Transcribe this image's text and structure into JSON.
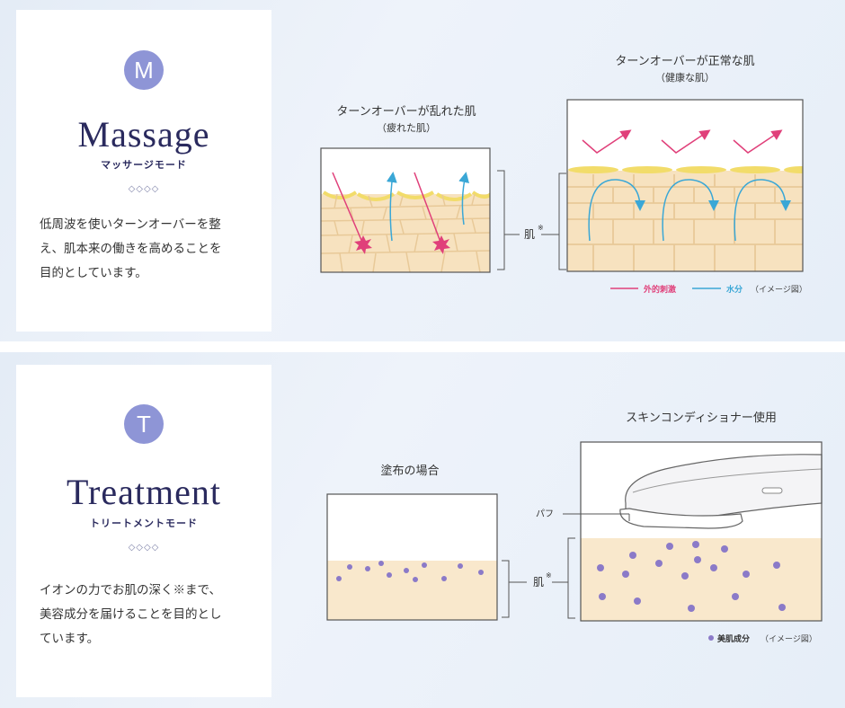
{
  "massage": {
    "badge_letter": "M",
    "title": "Massage",
    "subtitle": "マッサージモード",
    "ornament": "◇◇◇◇",
    "description": [
      "低周波を使いターンオーバーを整",
      "え、肌本来の働きを高めることを",
      "目的としています。"
    ],
    "diagram": {
      "left_heading": "ターンオーバーが乱れた肌",
      "left_subheading": "（疲れた肌）",
      "right_heading": "ターンオーバーが正常な肌",
      "right_subheading": "（健康な肌）",
      "skin_label": "肌",
      "skin_note_mark": "※",
      "legend_stimulus": "外的刺激",
      "legend_water": "水分",
      "legend_image_note": "（イメージ図）"
    }
  },
  "treatment": {
    "badge_letter": "T",
    "title": "Treatment",
    "subtitle": "トリートメントモード",
    "ornament": "◇◇◇◇",
    "description": [
      "イオンの力でお肌の深く※まで、",
      "美容成分を届けることを目的とし",
      "ています。"
    ],
    "diagram": {
      "left_heading": "塗布の場合",
      "right_heading": "スキンコンディショナー使用",
      "puff_label": "パフ",
      "skin_label": "肌",
      "skin_note_mark": "※",
      "legend_ingredient": "美肌成分",
      "legend_image_note": "（イメージ図）"
    }
  },
  "colors": {
    "stimulus": "#e0407a",
    "water": "#3aa7d6",
    "ingredient": "#8b7ac8",
    "skin": "#f7e2bf",
    "skin_line": "#e8c998",
    "sebum": "#f2dc6a",
    "title": "#2a2a5e"
  }
}
